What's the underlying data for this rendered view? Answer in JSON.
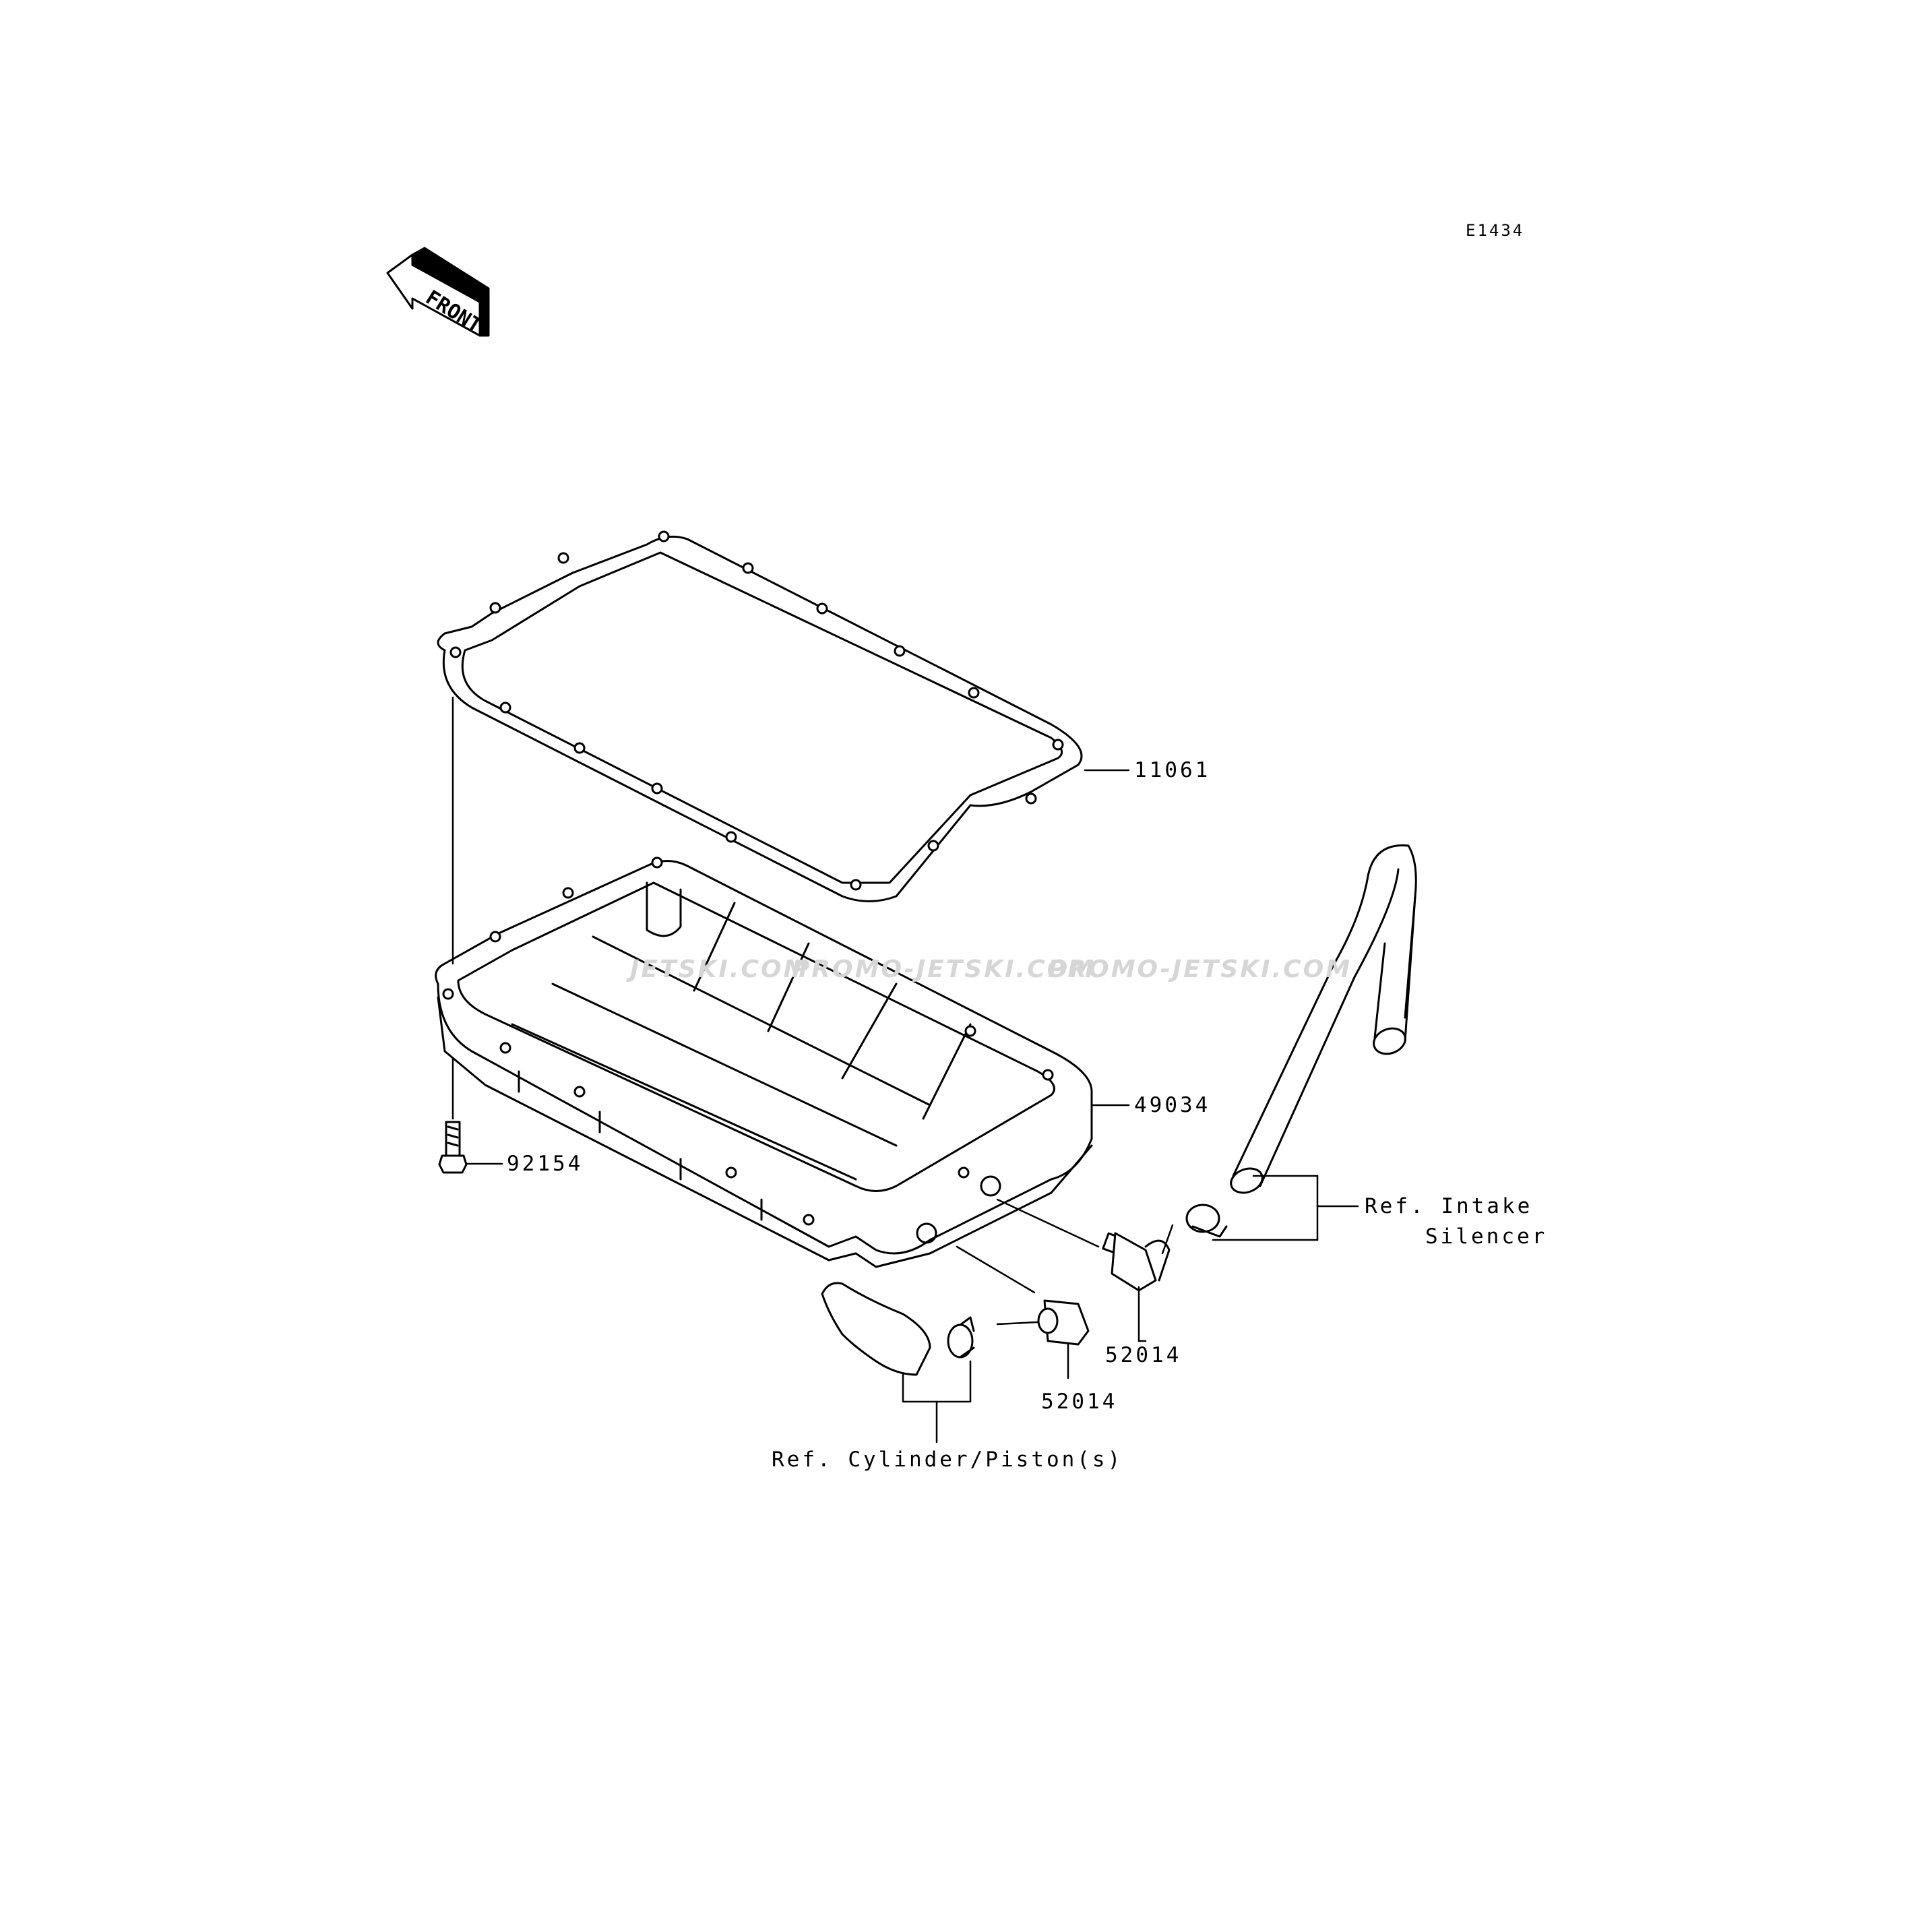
{
  "diagram": {
    "code": "E1434",
    "direction_label": "FRONT",
    "watermarks": [
      "JETSKI.COM",
      "PROMO-JETSKI.COM",
      "PROMO-JETSKI.COM"
    ],
    "parts": [
      {
        "number": "11061"
      },
      {
        "number": "49034"
      },
      {
        "number": "92154"
      },
      {
        "number": "52014"
      },
      {
        "number": "52014"
      }
    ],
    "references": {
      "intake_line1": "Ref. Intake",
      "intake_line2": "Silencer",
      "cylinder": "Ref. Cylinder/Piston(s)"
    }
  },
  "colors": {
    "line": "#000000",
    "watermark": "#d6d6d6",
    "background": "#ffffff"
  }
}
